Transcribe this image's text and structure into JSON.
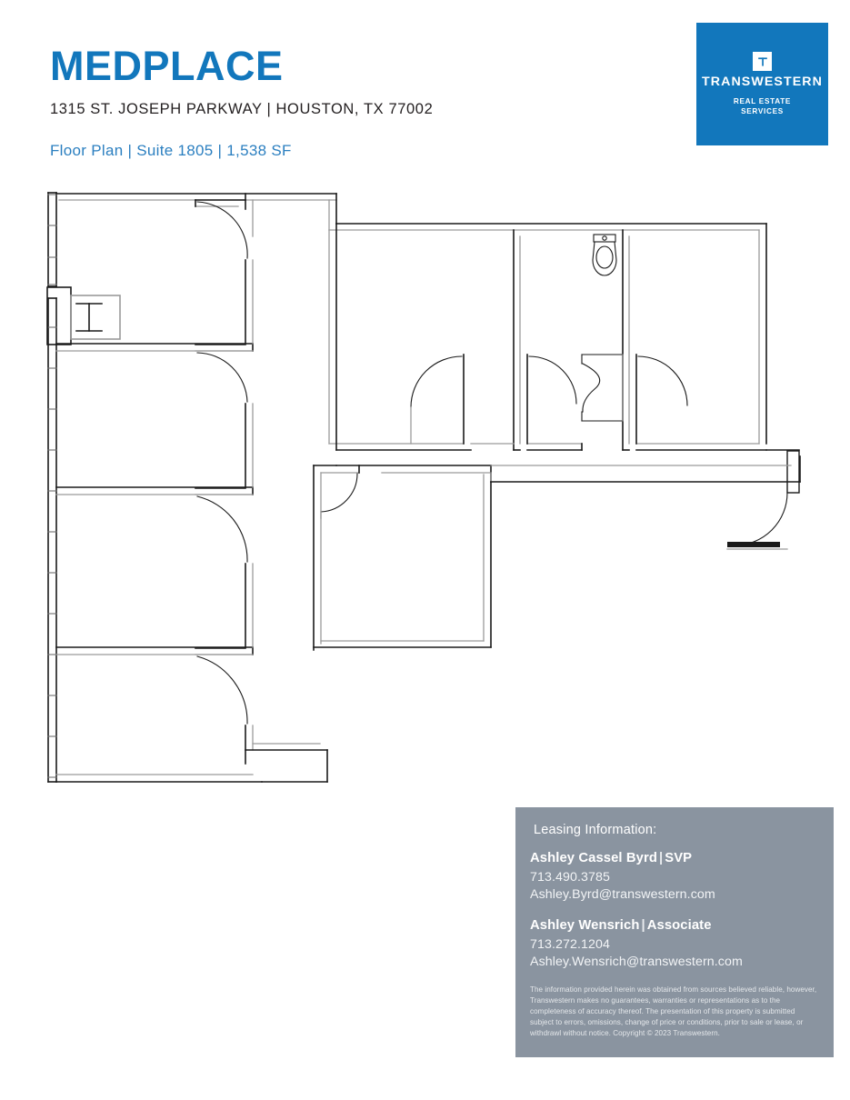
{
  "header": {
    "building_name": "MEDPLACE",
    "address": "1315 ST. JOSEPH PARKWAY | HOUSTON, TX 77002",
    "subline": "Floor Plan | Suite 1805 | 1,538 SF",
    "accent_color": "#1277BC",
    "subline_color": "#2B7FC0"
  },
  "logo": {
    "mark_letter": "T",
    "wordmark": "TRANSWESTERN",
    "tagline_line1": "REAL ESTATE",
    "tagline_line2": "SERVICES",
    "background_color": "#1277BC"
  },
  "floor_plan": {
    "alt": "Suite 1805 floor plan: four private offices along the west curtain-wall, an open area and corridor, three rooms with restroom on the north, a large room at center-south, and the suite entry door on the east.",
    "line_color": "#1a1a1a",
    "secondary_line_color": "#9a9a9a",
    "rooms": [
      {
        "name": "office-north-1",
        "position": "northwest"
      },
      {
        "name": "office-west-2",
        "position": "west"
      },
      {
        "name": "office-west-3",
        "position": "west"
      },
      {
        "name": "office-southwest-4",
        "position": "southwest"
      },
      {
        "name": "open-room-north",
        "position": "north-center"
      },
      {
        "name": "closet-north",
        "position": "north-center-right"
      },
      {
        "name": "restroom",
        "position": "north-right"
      },
      {
        "name": "room-northeast",
        "position": "northeast"
      },
      {
        "name": "room-center-south",
        "position": "center-south"
      }
    ],
    "fixtures": [
      {
        "name": "toilet",
        "room": "restroom"
      },
      {
        "name": "bifold-closet-door",
        "room": "closet-north"
      },
      {
        "name": "structural-column",
        "room": "west-wall"
      }
    ],
    "entry": {
      "name": "suite-entry-door",
      "position": "east"
    }
  },
  "leasing": {
    "title": "Leasing Information:",
    "box_color": "#8A94A0",
    "contacts": [
      {
        "name": "Ashley Cassel Byrd",
        "separator": "|",
        "title": "SVP",
        "phone": "713.490.3785",
        "email": "Ashley.Byrd@transwestern.com"
      },
      {
        "name": "Ashley Wensrich",
        "separator": "|",
        "title": "Associate",
        "phone": "713.272.1204",
        "email": "Ashley.Wensrich@transwestern.com"
      }
    ],
    "disclaimer": "The information provided herein was obtained from sources believed reliable, however, Transwestern makes no guarantees, warranties or representations as to the completeness of accuracy thereof. The presentation of this property is submitted subject to errors, omissions, change of price or conditions, prior to sale or lease, or withdrawl without notice. Copyright © 2023 Transwestern."
  }
}
